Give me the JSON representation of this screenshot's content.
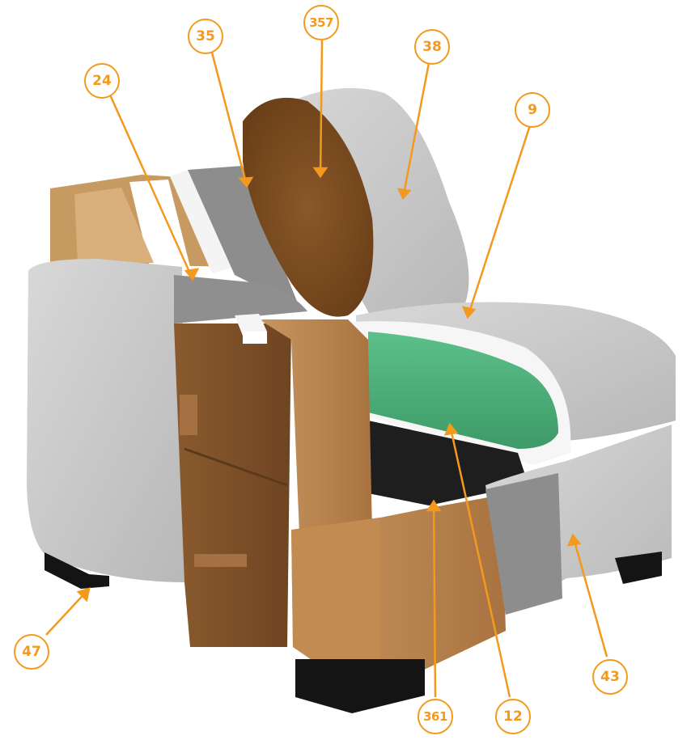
{
  "callouts": [
    {
      "id": "c24",
      "label": "24"
    },
    {
      "id": "c35",
      "label": "35"
    },
    {
      "id": "c357",
      "label": "357"
    },
    {
      "id": "c38",
      "label": "38"
    },
    {
      "id": "c9",
      "label": "9"
    },
    {
      "id": "c47",
      "label": "47"
    },
    {
      "id": "c361",
      "label": "361"
    },
    {
      "id": "c12",
      "label": "12"
    },
    {
      "id": "c43",
      "label": "43"
    }
  ],
  "colors": {
    "accent": "#f39a1e",
    "fabric": "#c9c9c9",
    "foam_green": "#4caf7a",
    "wood": "#b07a45",
    "feet": "#141414"
  }
}
